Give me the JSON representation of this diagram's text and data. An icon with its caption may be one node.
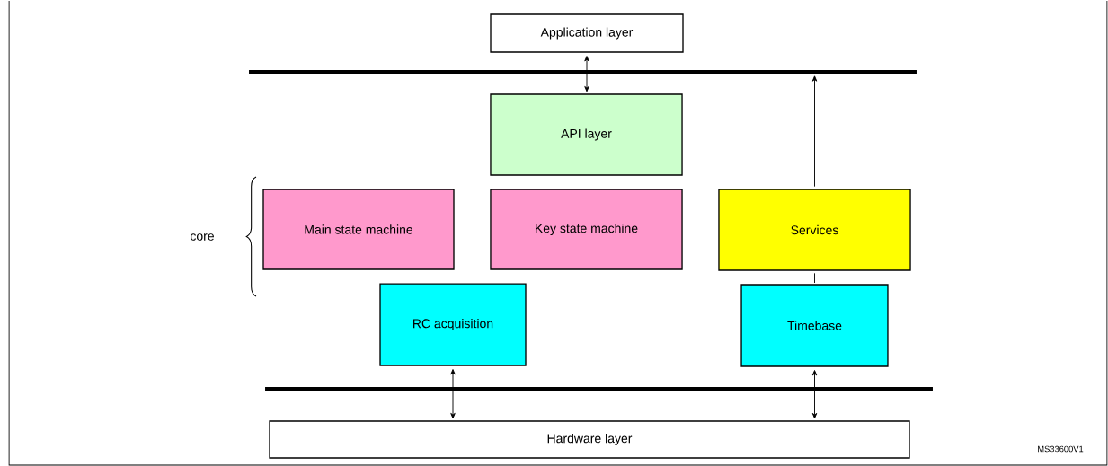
{
  "diagram": {
    "nodes": [
      {
        "text": [
          "Application layer"
        ]
      },
      {
        "text": [],
        "shape": "bar"
      },
      {
        "text": [
          "API layer"
        ]
      },
      {
        "text": [
          "Main state machine"
        ]
      },
      {
        "text": [
          "Key state machine"
        ]
      },
      {
        "text": [
          "Services"
        ]
      },
      {
        "text": [
          "RC acquisition"
        ]
      },
      {
        "text": [
          "Timebase"
        ]
      },
      {
        "text": [],
        "shape": "bar"
      },
      {
        "text": [
          "Hardware layer"
        ]
      }
    ],
    "edges": [
      {
        "from": 0,
        "to": 2,
        "arrow": "both"
      },
      {
        "from": 5,
        "to": 1,
        "arrow": "to"
      },
      {
        "from": 5,
        "to": 7,
        "arrow": "none"
      },
      {
        "from": 6,
        "to": 9,
        "arrow": "both"
      },
      {
        "from": 7,
        "to": 9,
        "arrow": "both"
      }
    ],
    "labels": [
      "core",
      "MS33600V1"
    ]
  }
}
